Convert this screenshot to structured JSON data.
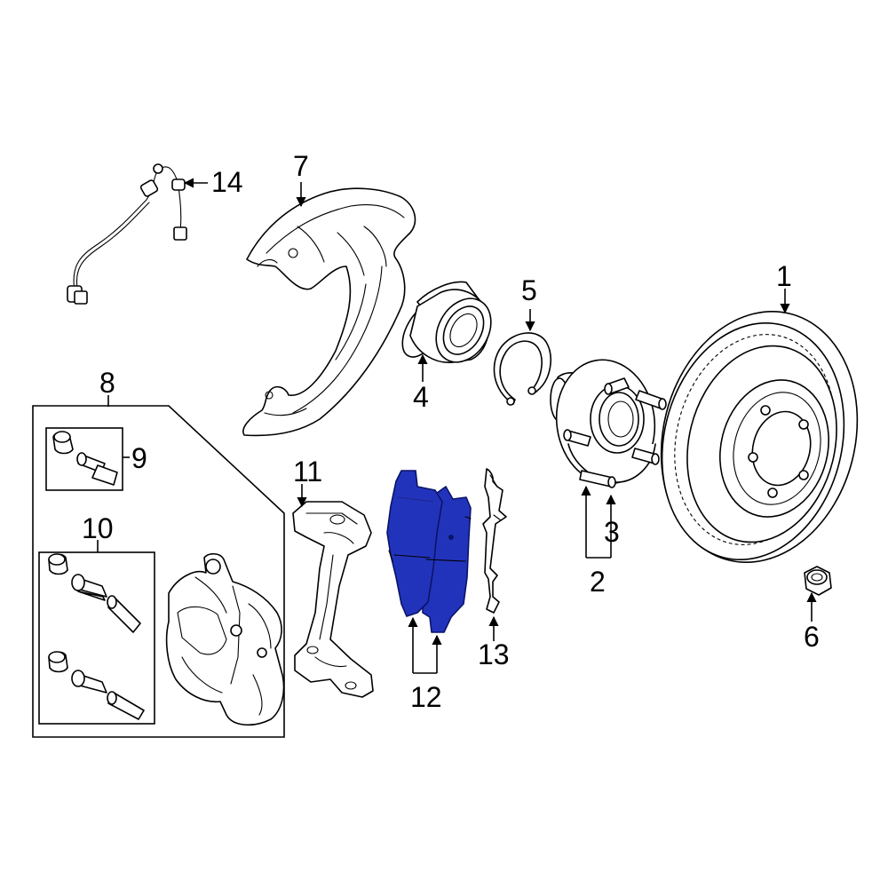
{
  "colors": {
    "line": "#000000",
    "background": "#ffffff",
    "highlight": "#2233bb",
    "highlight_stroke": "#0a1466"
  },
  "highlighted_part": "12",
  "callouts": {
    "c1": "1",
    "c2": "2",
    "c3": "3",
    "c4": "4",
    "c5": "5",
    "c6": "6",
    "c7": "7",
    "c8": "8",
    "c9": "9",
    "c10": "10",
    "c11": "11",
    "c12": "12",
    "c13": "13",
    "c14": "14"
  }
}
